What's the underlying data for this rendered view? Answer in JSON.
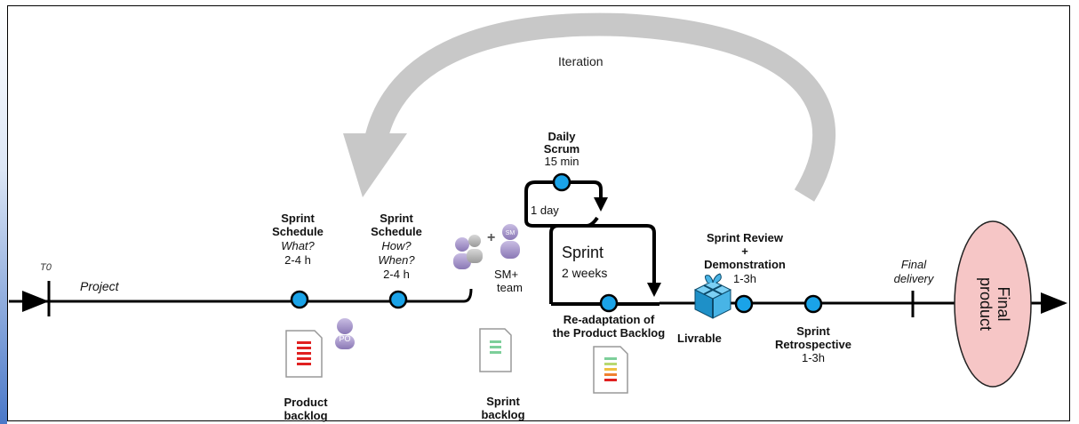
{
  "labels": {
    "iteration": "Iteration",
    "t0": "T0",
    "project": "Project",
    "final_delivery_1": "Final",
    "final_delivery_2": "delivery",
    "final_product_1": "Final",
    "final_product_2": "product",
    "daily_scrum_1": "Daily",
    "daily_scrum_2": "Scrum",
    "daily_scrum_3": "15 min",
    "one_day": "1 day",
    "sprint_1": "Sprint",
    "sprint_2": "2 weeks",
    "schedule1_1": "Sprint",
    "schedule1_2": "Schedule",
    "schedule1_3": "What?",
    "schedule1_4": "2-4 h",
    "schedule2_1": "Sprint",
    "schedule2_2": "Schedule",
    "schedule2_3": "How?",
    "schedule2_4": "When?",
    "schedule2_5": "2-4 h",
    "smteam_1": "SM+",
    "smteam_2": "team",
    "readapt_1": "Re-adaptation of",
    "readapt_2": "the Product Backlog",
    "livrable": "Livrable",
    "review_1": "Sprint Review",
    "review_2": "+",
    "review_3": "Demonstration",
    "review_4": "1-3h",
    "retro_1": "Sprint",
    "retro_2": "Retrospective",
    "retro_3": "1-3h",
    "product_backlog_1": "Product",
    "product_backlog_2": "backlog",
    "sprint_backlog_1": "Sprint",
    "sprint_backlog_2": "backlog",
    "po": "PO",
    "sm": "SM",
    "plus": "+"
  },
  "colors": {
    "milestone_fill": "#1aa3e8",
    "arrow_gray": "#c8c8c8",
    "final_product_fill": "#f6c6c6",
    "persona_purple": "#a694c8",
    "doc_red": "#e02020",
    "doc_green": "#7dcf9a",
    "gift_blue": "#1e90c8"
  }
}
